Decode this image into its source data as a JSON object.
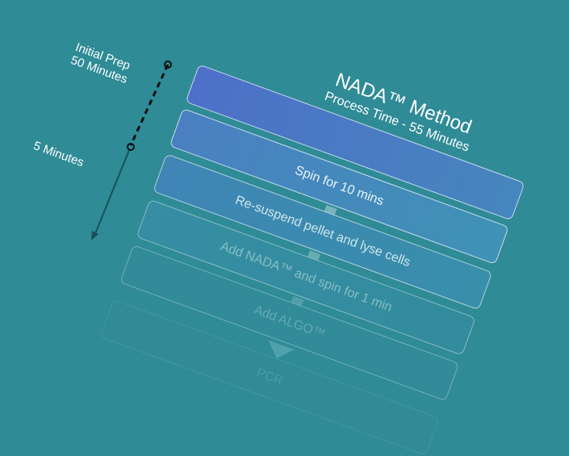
{
  "title": "NADA™ Method",
  "subtitle": "Process Time - 55 Minutes",
  "timeline": {
    "initial_prep_line1": "Initial Prep",
    "initial_prep_line2": "50 Minutes",
    "five_minutes": "5 Minutes"
  },
  "steps": [
    {
      "label": "",
      "opacity": 1.0
    },
    {
      "label": "Spin for 10 mins",
      "opacity": 0.95
    },
    {
      "label": "Re-suspend pellet and lyse cells",
      "opacity": 0.75
    },
    {
      "label": "Add NADA™ and spin for 1 min",
      "opacity": 0.5
    },
    {
      "label": "Add ALGO™",
      "opacity": 0.3
    },
    {
      "label": "PCR",
      "opacity": 0.15
    }
  ],
  "colors": {
    "background": "#2f8b96",
    "step_top": "#4a72c4",
    "step_mid": "#3f8fb8",
    "step_bottom": "#2f8b96"
  }
}
